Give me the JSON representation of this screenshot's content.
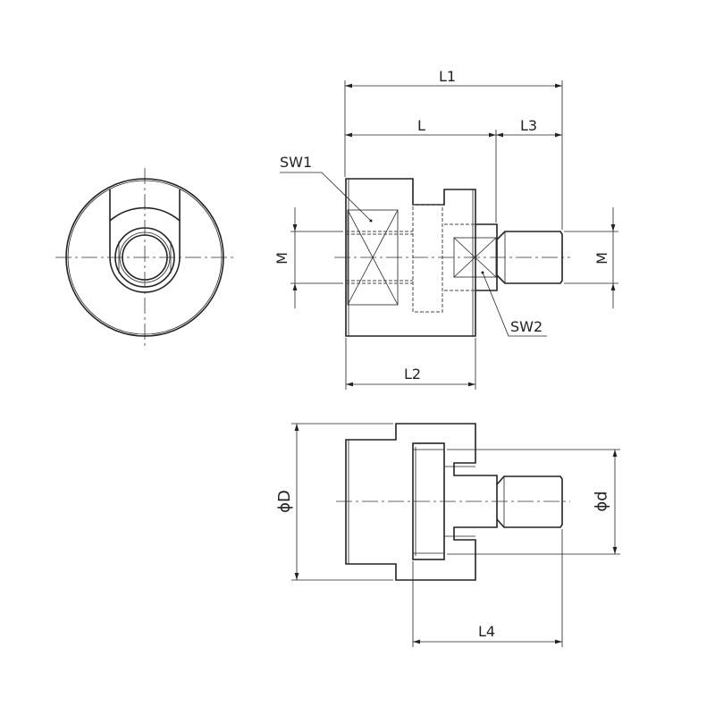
{
  "labels": {
    "L1": "L1",
    "L": "L",
    "L3": "L3",
    "L2": "L2",
    "L4": "L4",
    "SW1": "SW1",
    "SW2": "SW2",
    "M_left": "M",
    "M_right": "M",
    "D": "ϕD",
    "d": "ϕd"
  }
}
